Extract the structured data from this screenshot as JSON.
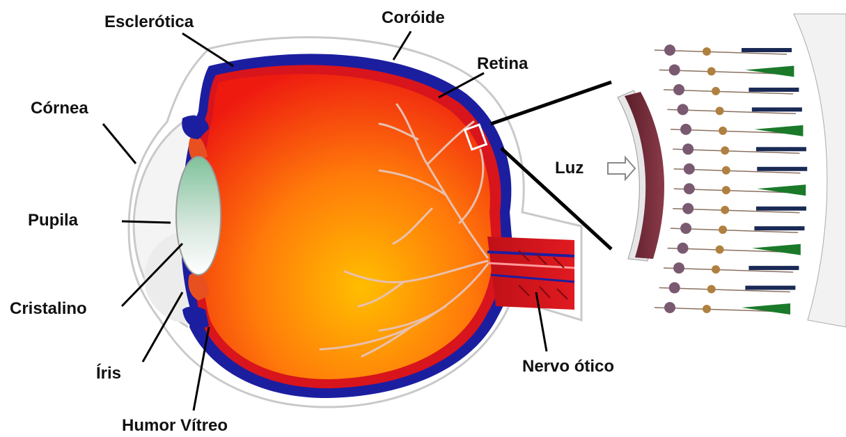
{
  "labels": {
    "esclerotica": "Esclerótica",
    "coroide": "Coróide",
    "retina": "Retina",
    "cornea": "Córnea",
    "pupila": "Pupila",
    "cristalino": "Cristalino",
    "iris": "Íris",
    "humor_vitreo": "Humor Vítreo",
    "nervo_otico": "Nervo ótico",
    "luz": "Luz"
  },
  "colors": {
    "sclera": "#ffffff",
    "sclera_outline": "#c9c9c9",
    "choroid": "#1c1ea0",
    "retina": "#d8141c",
    "vitreous_inner": "#ffb000",
    "vitreous_outer": "#f01a10",
    "lens": "#8fc9a8",
    "vessels": "#e8c0b0",
    "pointer": "#000000"
  },
  "retina_detail": {
    "rod_color": "#1a2a55",
    "cone_colors": [
      "#e01414",
      "#1a7a2a",
      "#5aa0e0"
    ]
  }
}
